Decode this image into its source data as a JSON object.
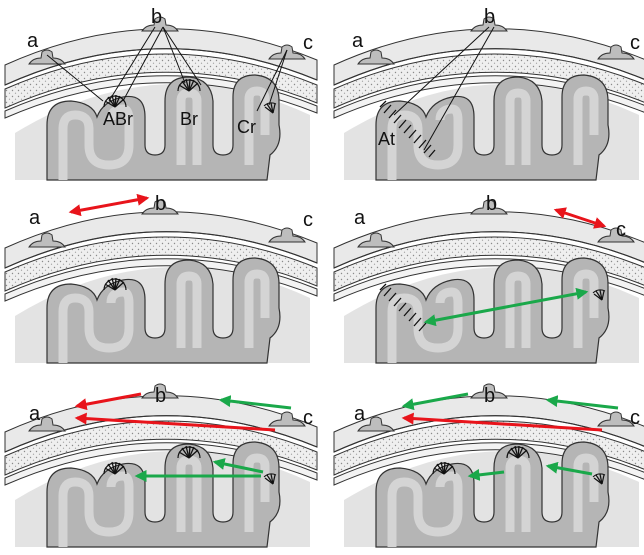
{
  "panels": [
    {
      "id": "top-left",
      "electrodes": [
        "a",
        "b",
        "c"
      ],
      "regions": [
        "ABr",
        "Br",
        "Cr"
      ]
    },
    {
      "id": "top-right",
      "electrodes": [
        "a",
        "b",
        "c"
      ],
      "regions": [
        "At"
      ]
    },
    {
      "id": "middle-left",
      "electrodes": [
        "a",
        "b",
        "c"
      ],
      "regions": []
    },
    {
      "id": "middle-right",
      "electrodes": [
        "a",
        "b",
        "c"
      ],
      "regions": []
    },
    {
      "id": "bottom-left",
      "electrodes": [
        "a",
        "b",
        "c"
      ],
      "regions": []
    },
    {
      "id": "bottom-right",
      "electrodes": [
        "a",
        "b",
        "c"
      ],
      "regions": []
    }
  ],
  "colors": {
    "red_arrow": "#e8141b",
    "green_arrow": "#1aa84a",
    "gray_matter": "#b9b9b9",
    "white_matter": "#d9d9d9",
    "skull_fill": "#ececec",
    "outline": "#333333"
  }
}
